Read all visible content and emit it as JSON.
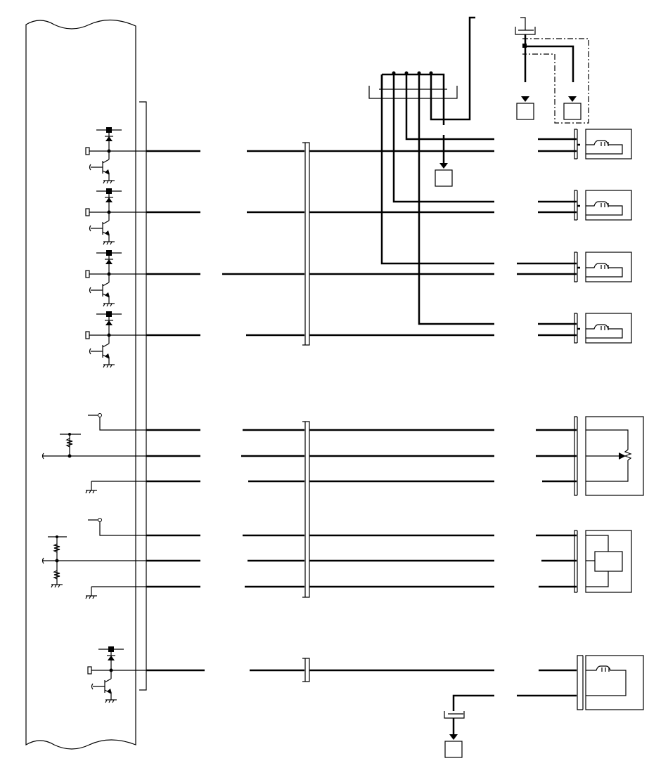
{
  "diagram": {
    "line_color": "#000000",
    "background": "#ffffff",
    "driver_rows": 5,
    "sensor_groups": 2,
    "actuators": [
      "coil-1",
      "coil-2",
      "coil-3",
      "coil-4",
      "potentiometer-sensor",
      "sensor-module",
      "coil-5"
    ]
  }
}
